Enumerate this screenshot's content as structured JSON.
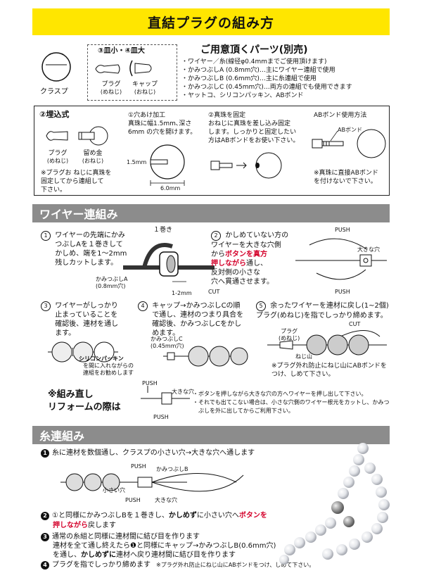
{
  "title": "直結プラグの組み方",
  "parts": {
    "clasp_label": "クラスプ",
    "size_label": "③皿小・④皿大",
    "plug_label": "プラグ",
    "plug_sub": "(めねじ)",
    "cap_label": "キャップ",
    "cap_sub": "(おねじ)",
    "heading": "ご用意頂くパーツ(別売)",
    "list": [
      "・ワイヤー／糸(線径φ0.4mmまでご使用頂けます)",
      "・かみつぶしA (0.8mm穴)…主にワイヤー連組で使用",
      "・かみつぶしB (0.6mm穴)…主に糸連組で使用",
      "・かみつぶしC (0.45mm穴)…両方の連組でも使用できます",
      "・ヤットコ、シリコンパッキン、ABボンド"
    ]
  },
  "embed": {
    "heading": "②埋込式",
    "plug_label": "プラグ",
    "plug_sub": "(めねじ)",
    "stopper_label": "留め金",
    "stopper_sub": "(おねじ)",
    "note": "※プラグお ねじに真珠を\n固定してから連組して\n下さい。",
    "step1_title": "①穴あけ加工",
    "step1_text": "真珠に幅1.5mm､深さ\n6mm の穴を開けます。",
    "dim_15": "1.5mm",
    "dim_6": "6.0mm",
    "step2_title": "②真珠を固定",
    "step2_text": "おねじに真珠を差し込み固定\nします。しっかりと固定したい\n方はABボンドをお使い下さい。",
    "ab_title": "ABボンド使用方法",
    "ab_label": "ABボンド",
    "ab_note": "※真珠に直接ABボンド\nを付けないで下さい。"
  },
  "wire": {
    "section_title": "ワイヤー連組み",
    "s1": "ワイヤーの先端にかみ\nつぶしAを１巻きして\nかしめ、端を1〜2mm\n残しカットします。",
    "s1_wind": "１巻き",
    "s1_part": "かみつぶしA",
    "s1_part_sub": "(0.8mm穴)",
    "s1_dim": "1-2mm",
    "s1_cut": "CUT",
    "s2_a": "かしめていない方の\nワイヤーを大きな穴側\nから",
    "s2_b": "ボタンを真方\n押しながら",
    "s2_c": "通し、\n反対側の小さな\n穴へ貫通させます。",
    "s2_push1": "PUSH",
    "s2_push2": "PUSH",
    "s2_big": "大きな穴",
    "s3": "ワイヤーがしっかり\n止まっていることを\n確認後、連材を通し\nます。",
    "s3_silicon": "シリコンパッキン",
    "s3_silicon_note": "を間に入れながらの\n連組をお勧めします",
    "s4": "キャップ→かみつぶしCの順\nで通し、連材のつまり具合を\n確認後、かみつぶしCをかし\nめます。",
    "s4_part": "かみつぶしC",
    "s4_part_sub": "(0.45mm穴)",
    "s5": "余ったワイヤーを連材に戻し(1~2個)\nプラグ(めねじ)を指でしっかり締めます。",
    "s5_cut": "CUT",
    "s5_plug": "プラグ",
    "s5_plug_sub": "(めねじ)",
    "s5_thread": "ねじ山",
    "s5_note": "※プラグ外れ防止にねじ山にABボンドを\nつけ、しめて下さい。",
    "redo": "※組み直し\nリフォームの際は",
    "redo_push1": "PUSH",
    "redo_push2": "PUSH",
    "redo_big": "大きな穴",
    "redo_notes": [
      "・ボタンを押しながら大きな穴の方へワイヤーを押し出して下さい。",
      "・それでも出てこない場合は、小さな穴側のワイヤー根元をカットし、かみつ",
      "　ぶしを外に出してからご利用下さい。"
    ]
  },
  "thread": {
    "section_title": "糸連組み",
    "s1": "糸に連材を数個通し、クラスプの小さい穴→大きな穴へ通します",
    "s1_push": "PUSH",
    "s1_push2": "PUSH",
    "s1_part": "かみつぶしB",
    "s1_small": "小さい穴",
    "s1_big": "大きな穴",
    "s2_a": "①と同様にかみつぶしBを１巻きし、",
    "s2_b": "かしめず",
    "s2_c": "に小さい穴へ",
    "s2_d": "ボタンを",
    "s2_e": "押しながら",
    "s2_f": "戻します",
    "s3_line1": "通常の糸組と同様に連材間に結び目を作ります",
    "s3_line2": "連材を全て通し終えたら❶と同様にキャップ→かみつぶしB(0.6mm穴)",
    "s3_line3a": "を通し、",
    "s3_line3b": "かしめずに",
    "s3_line3c": "連材へ戻り連材間に結び目を作ります",
    "s4": "プラグを指でしっかり締めます",
    "s4_note": "※プラグ外れ防止にねじ山にABボンドをつけ、しめて下さい。"
  }
}
